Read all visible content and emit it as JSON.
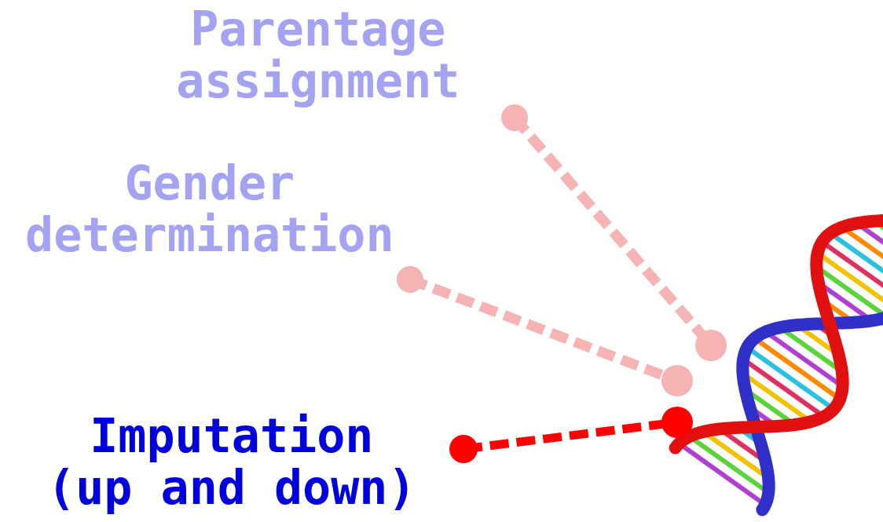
{
  "diagram": {
    "labels": [
      "Parentage assignment",
      "Gender determination",
      "Imputation (up and down)"
    ]
  }
}
